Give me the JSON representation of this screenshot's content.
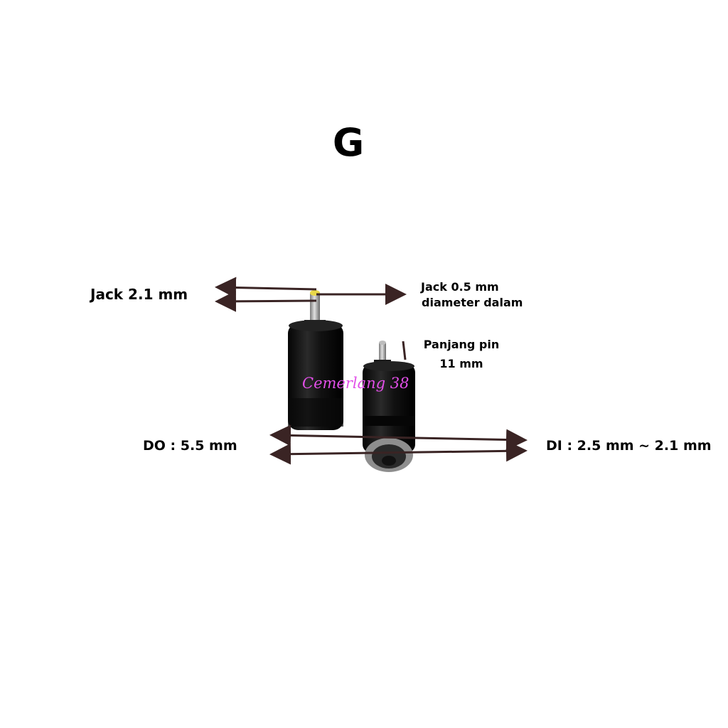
{
  "product": {
    "variant_letter": "G",
    "watermark": "Cemerlang 38"
  },
  "labels": {
    "jack_pin": "Jack 2.1 mm",
    "jack_inner_line1": "Jack 0.5 mm",
    "jack_inner_line2": "diameter dalam",
    "pin_length_line1": "Panjang pin",
    "pin_length_line2": "11 mm",
    "outer_diameter": "DO : 5.5 mm",
    "inner_diameter": "DI : 2.5 mm ~ 2.1 mm"
  },
  "colors": {
    "background": "#ffffff",
    "arrow": "#3a2424",
    "connector_body": "#141414",
    "pin_metal": "#a9a9a9",
    "pin_tip": "#e8d84a",
    "watermark": "#e24fe8"
  },
  "icons": {
    "arrow": "double-headed-arrow",
    "connector": "dc-barrel-adapter"
  }
}
